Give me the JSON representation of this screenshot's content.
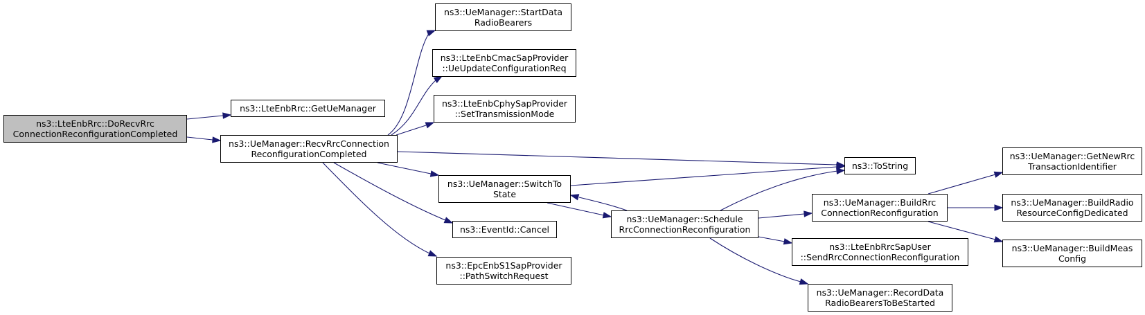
{
  "colors": {
    "edge": "#191970",
    "node_border": "#000000",
    "node_fill": "#ffffff",
    "root_fill": "#bfbfbf"
  },
  "nodes": {
    "root": [
      "ns3::LteEnbRrc::DoRecvRrc",
      "ConnectionReconfigurationCompleted"
    ],
    "getUeManager": [
      "ns3::LteEnbRrc::GetUeManager"
    ],
    "recvRrc": [
      "ns3::UeManager::RecvRrcConnection",
      "ReconfigurationCompleted"
    ],
    "startData": [
      "ns3::UeManager::StartData",
      "RadioBearers"
    ],
    "cmac": [
      "ns3::LteEnbCmacSapProvider",
      "::UeUpdateConfigurationReq"
    ],
    "cphy": [
      "ns3::LteEnbCphySapProvider",
      "::SetTransmissionMode"
    ],
    "switchTo": [
      "ns3::UeManager::SwitchTo",
      "State"
    ],
    "cancel": [
      "ns3::EventId::Cancel"
    ],
    "pathSwitch": [
      "ns3::EpcEnbS1SapProvider",
      "::PathSwitchRequest"
    ],
    "schedule": [
      "ns3::UeManager::Schedule",
      "RrcConnectionReconfiguration"
    ],
    "toString": [
      "ns3::ToString"
    ],
    "buildRrc": [
      "ns3::UeManager::BuildRrc",
      "ConnectionReconfiguration"
    ],
    "sendRrc": [
      "ns3::LteEnbRrcSapUser",
      "::SendRrcConnectionReconfiguration"
    ],
    "recordData": [
      "ns3::UeManager::RecordData",
      "RadioBearersToBeStarted"
    ],
    "getNewRrc": [
      "ns3::UeManager::GetNewRrc",
      "TransactionIdentifier"
    ],
    "buildRadio": [
      "ns3::UeManager::BuildRadio",
      "ResourceConfigDedicated"
    ],
    "buildMeas": [
      "ns3::UeManager::BuildMeas",
      "Config"
    ]
  }
}
